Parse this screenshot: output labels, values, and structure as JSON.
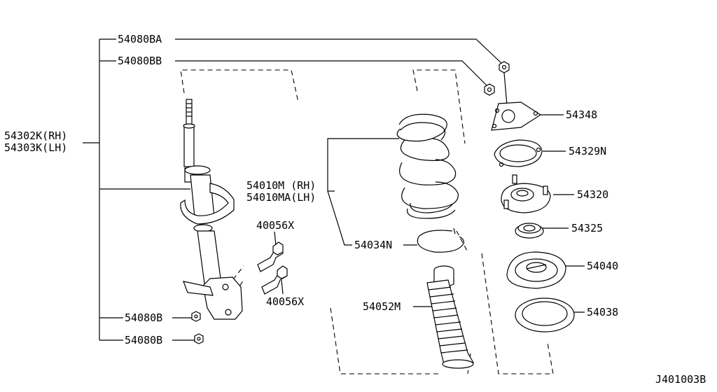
{
  "labels": {
    "p54080BA": "54080BA",
    "p54080BB": "54080BB",
    "p54302K": "54302K(RH)",
    "p54303K": "54303K(LH)",
    "p54010M": "54010M (RH)",
    "p54010MA": "54010MA(LH)",
    "p54034N": "54034N",
    "p40056X_a": "40056X",
    "p40056X_b": "40056X",
    "p54052M": "54052M",
    "p54080B_a": "54080B",
    "p54080B_b": "54080B",
    "p54348": "54348",
    "p54329N": "54329N",
    "p54320": "54320",
    "p54325": "54325",
    "p54040": "54040",
    "p54038": "54038",
    "diagram_code": "J401003B"
  },
  "colors": {
    "ink": "#000000",
    "background": "#ffffff"
  }
}
